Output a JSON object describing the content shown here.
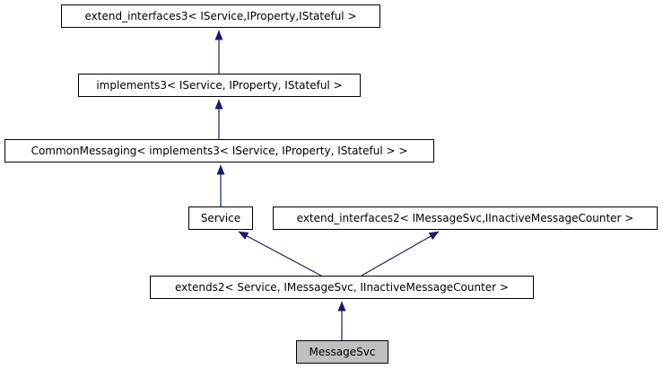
{
  "diagram": {
    "type": "inheritance-graph",
    "background": "#ffffff",
    "node_border_color": "#000000",
    "node_fill_color": "#ffffff",
    "current_node_fill_color": "#c0c0c0",
    "edge_color": "#191970",
    "nodes": [
      {
        "id": "extend_interfaces3",
        "label": "extend_interfaces3< IService,IProperty,IStateful >"
      },
      {
        "id": "implements3",
        "label": "implements3< IService, IProperty, IStateful >"
      },
      {
        "id": "CommonMessaging",
        "label": "CommonMessaging< implements3< IService, IProperty, IStateful > >"
      },
      {
        "id": "Service",
        "label": "Service"
      },
      {
        "id": "extend_interfaces2",
        "label": "extend_interfaces2< IMessageSvc,IInactiveMessageCounter >"
      },
      {
        "id": "extends2",
        "label": "extends2< Service, IMessageSvc, IInactiveMessageCounter >"
      },
      {
        "id": "MessageSvc",
        "label": "MessageSvc"
      }
    ],
    "edges": [
      {
        "from": "implements3",
        "to": "extend_interfaces3"
      },
      {
        "from": "CommonMessaging",
        "to": "implements3"
      },
      {
        "from": "Service",
        "to": "CommonMessaging"
      },
      {
        "from": "extends2",
        "to": "Service"
      },
      {
        "from": "extends2",
        "to": "extend_interfaces2"
      },
      {
        "from": "MessageSvc",
        "to": "extends2"
      }
    ]
  }
}
